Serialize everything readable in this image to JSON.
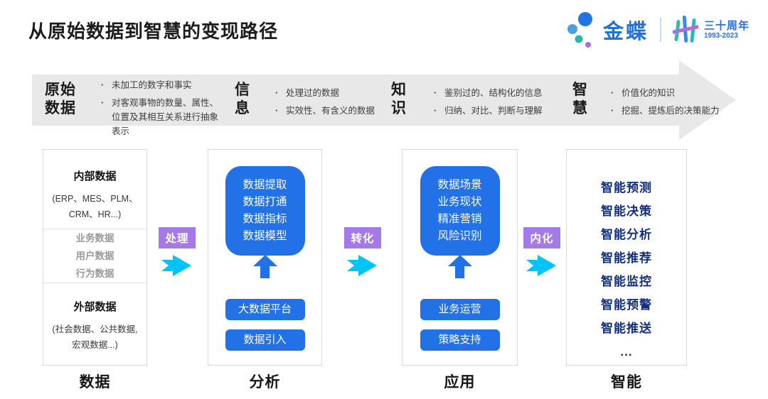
{
  "title": "从原始数据到智慧的变现路径",
  "logo": {
    "brand": "金蝶",
    "anniversary": "三十周年",
    "years": "1993-2023"
  },
  "banner": {
    "stages": [
      {
        "line1": "原始",
        "line2": "数据",
        "bullet1": "未加工的数字和事实",
        "bullet2": "对客观事物的数量、属性、位置及其相互关系进行抽象表示"
      },
      {
        "line1": "信",
        "line2": "息",
        "bullet1": "处理过的数据",
        "bullet2": "实效性、有含义的数据"
      },
      {
        "line1": "知",
        "line2": "识",
        "bullet1": "鉴别过的、结构化的信息",
        "bullet2": "归纳、对比、判断与理解"
      },
      {
        "line1": "智",
        "line2": "慧",
        "bullet1": "价值化的知识",
        "bullet2": "挖掘、提炼后的决策能力"
      }
    ]
  },
  "connectors": [
    {
      "label": "处理"
    },
    {
      "label": "转化"
    },
    {
      "label": "内化"
    }
  ],
  "columns": {
    "data": {
      "label": "数据",
      "internal_title": "内部数据",
      "internal_note": "(ERP、MES、PLM、CRM、HR...)",
      "middle_items": [
        "业务数据",
        "用户数据",
        "行为数据"
      ],
      "external_title": "外部数据",
      "external_note": "(社会数据、公共数据, 宏观数据...)"
    },
    "analysis": {
      "label": "分析",
      "box_lines": [
        "数据提取",
        "数据打通",
        "数据指标",
        "数据模型"
      ],
      "buttons": [
        "大数据平台",
        "数据引入"
      ]
    },
    "application": {
      "label": "应用",
      "box_lines": [
        "数据场景",
        "业务现状",
        "精准营销",
        "风险识别"
      ],
      "buttons": [
        "业务运营",
        "策略支持"
      ]
    },
    "intelligence": {
      "label": "智能",
      "items": [
        "智能预测",
        "智能决策",
        "智能分析",
        "智能推荐",
        "智能监控",
        "智能预警",
        "智能推送",
        "..."
      ]
    }
  },
  "colors": {
    "primary_blue": "#2271e6",
    "navy_text": "#14307d",
    "badge_purple": "#a47ae8",
    "arrow_cyan": "#00c3f7",
    "banner_gray": "#e8e8e8",
    "brand_blue": "#2170df",
    "teal": "#2ab5ad"
  }
}
